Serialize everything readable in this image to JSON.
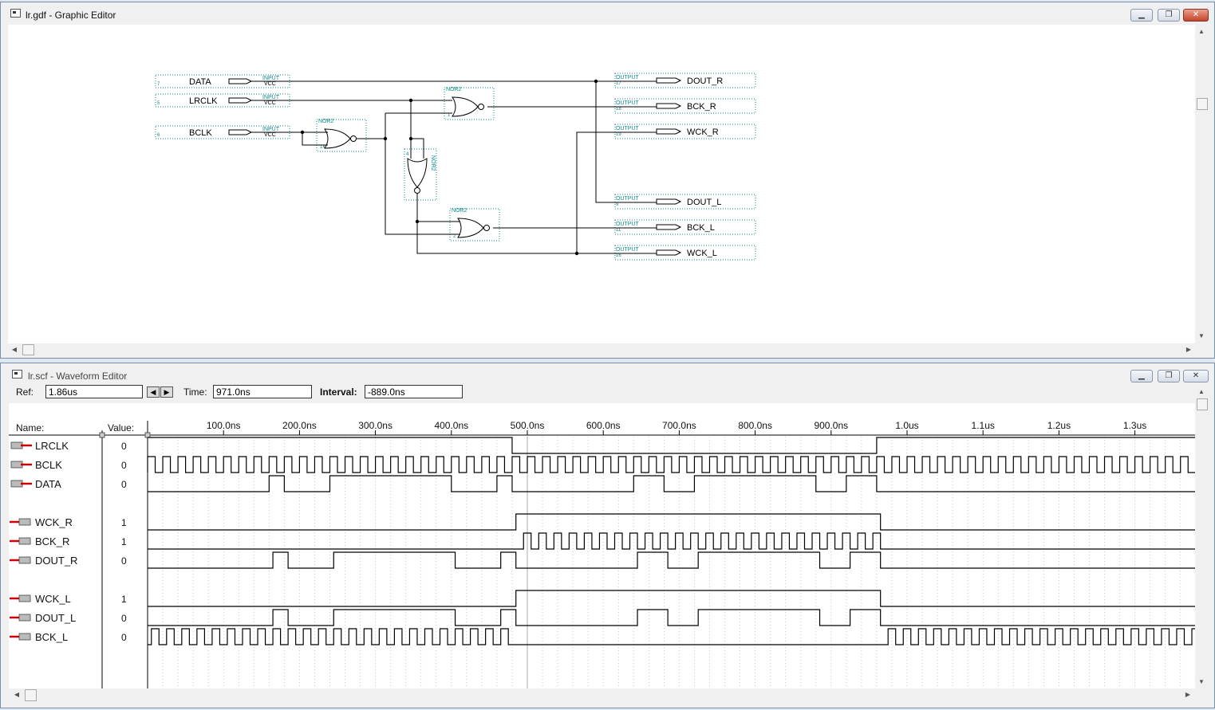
{
  "graphic_editor": {
    "title": "lr.gdf - Graphic Editor",
    "inputs": [
      {
        "name": "DATA",
        "pin": "7",
        "type": "INPUT",
        "sub": "VCC"
      },
      {
        "name": "LRCLK",
        "pin": "5",
        "type": "INPUT",
        "sub": "VCC"
      },
      {
        "name": "BCLK",
        "pin": "6",
        "type": "INPUT",
        "sub": "VCC"
      }
    ],
    "outputs": [
      {
        "name": "DOUT_R",
        "pin": "17",
        "type": "OUTPUT"
      },
      {
        "name": "BCK_R",
        "pin": "18",
        "type": "OUTPUT"
      },
      {
        "name": "WCK_R",
        "pin": "19",
        "type": "OUTPUT"
      },
      {
        "name": "DOUT_L",
        "pin": "9",
        "type": "OUTPUT"
      },
      {
        "name": "BCK_L",
        "pin": "11",
        "type": "OUTPUT"
      },
      {
        "name": "WCK_L",
        "pin": "16",
        "type": "OUTPUT"
      }
    ],
    "gates": [
      {
        "type": "NOR2",
        "pin": "1"
      },
      {
        "type": "NOR2",
        "pin": "14"
      },
      {
        "type": "NOR2",
        "pin": "4"
      },
      {
        "type": "NOR2",
        "pin": "2"
      }
    ]
  },
  "waveform_editor": {
    "title": "lr.scf - Waveform Editor",
    "ref_label": "Ref:",
    "ref_value": "1.86us",
    "time_label": "Time:",
    "time_value": "971.0ns",
    "interval_label": "Interval:",
    "interval_value": "-889.0ns",
    "name_header": "Name:",
    "value_header": "Value:",
    "ticks": [
      "100.0ns",
      "200.0ns",
      "300.0ns",
      "400.0ns",
      "500.0ns",
      "600.0ns",
      "700.0ns",
      "800.0ns",
      "900.0ns",
      "1.0us",
      "1.1us",
      "1.2us",
      "1.3us"
    ],
    "signals": [
      {
        "name": "LRCLK",
        "dir": "input",
        "value": "0",
        "kind": "steps",
        "initial": 1,
        "transitions": [
          480,
          960
        ]
      },
      {
        "name": "BCLK",
        "dir": "input",
        "value": "0",
        "kind": "clock",
        "period": 20,
        "start": 0,
        "end": 1380
      },
      {
        "name": "DATA",
        "dir": "input",
        "value": "0",
        "kind": "steps",
        "initial": 0,
        "transitions": [
          160,
          180,
          240,
          400,
          460,
          480,
          640,
          680,
          720,
          880,
          920,
          960
        ]
      },
      {
        "name": "WCK_R",
        "dir": "output",
        "value": "1",
        "kind": "steps",
        "initial": 0,
        "transitions": [
          485,
          965
        ]
      },
      {
        "name": "BCK_R",
        "dir": "output",
        "value": "1",
        "kind": "clock",
        "period": 20,
        "start": 495,
        "end": 965
      },
      {
        "name": "DOUT_R",
        "dir": "output",
        "value": "0",
        "kind": "steps",
        "initial": 0,
        "transitions": [
          165,
          185,
          245,
          405,
          465,
          485,
          645,
          685,
          725,
          885,
          925,
          965
        ]
      },
      {
        "name": "WCK_L",
        "dir": "output",
        "value": "1",
        "kind": "steps",
        "initial": 0,
        "transitions": [
          485,
          965
        ]
      },
      {
        "name": "DOUT_L",
        "dir": "output",
        "value": "0",
        "kind": "steps",
        "initial": 0,
        "transitions": [
          165,
          185,
          245,
          405,
          465,
          485,
          645,
          685,
          725,
          885,
          925,
          965
        ]
      },
      {
        "name": "BCK_L",
        "dir": "output",
        "value": "0",
        "kind": "clock",
        "period": 20,
        "start": 5,
        "end": 485,
        "start2": 975,
        "end2": 1380
      }
    ]
  }
}
